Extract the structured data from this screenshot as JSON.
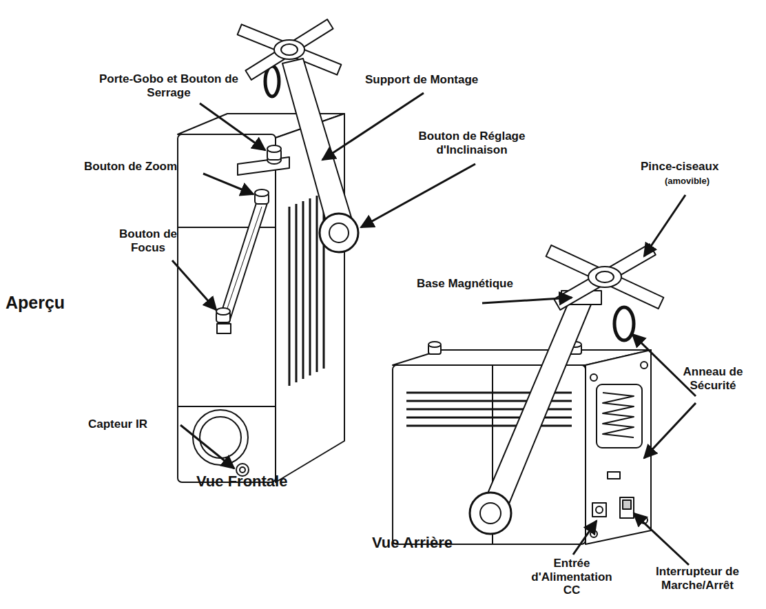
{
  "diagram": {
    "title": "Aperçu",
    "labels": [
      "Porte-Gobo et Bouton de Serrage",
      "Support de Montage",
      "Bouton de Zoom",
      "Bouton de Réglage d'Inclinaison",
      "Pince-ciseaux",
      "(amovible)",
      "Bouton de Focus",
      "Base Magnétique",
      "Capteur IR",
      "Anneau de Sécurité",
      "Vue Frontale",
      "Vue Arrière",
      "Entrée d'Alimentation CC",
      "Interrupteur de Marche/Arrêt"
    ]
  }
}
